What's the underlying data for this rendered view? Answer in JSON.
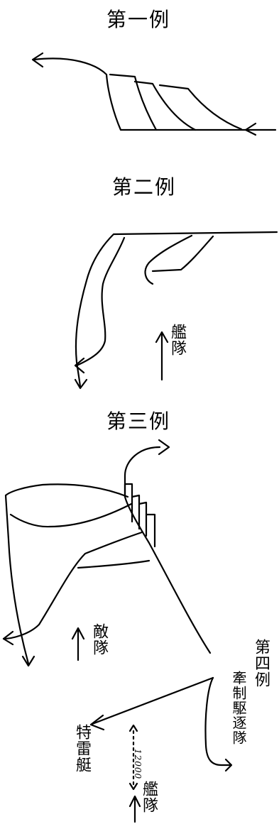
{
  "sketch": {
    "example1": {
      "title": "第一例"
    },
    "example2": {
      "title": "第二例",
      "annotation": "艦隊"
    },
    "example3": {
      "title": "第三例",
      "annotation": "敵隊"
    },
    "example4": {
      "title": "第四例",
      "escort_group": "牽制駆逐隊",
      "special_unit": "特雷艇",
      "distance": "12000",
      "fleet": "艦隊"
    }
  }
}
